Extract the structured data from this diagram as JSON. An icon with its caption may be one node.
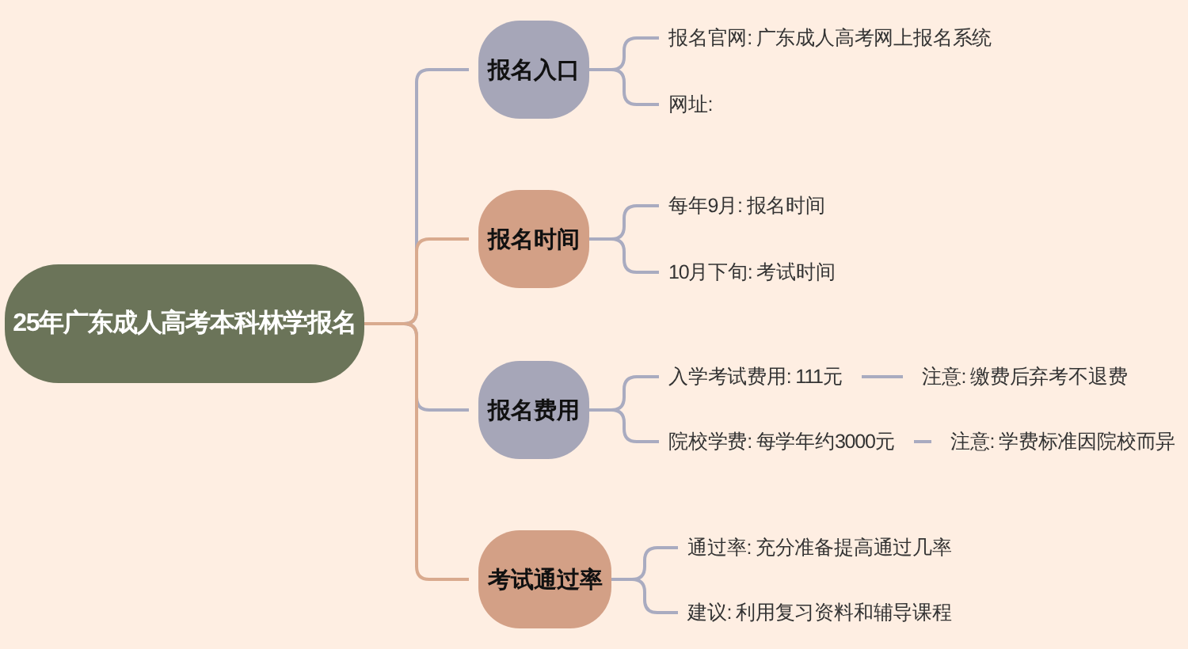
{
  "diagram": {
    "nodes": [
      {
        "text": [
          "25年广东成人高考本科林学报名"
        ]
      },
      {
        "text": [
          "报名入口"
        ]
      },
      {
        "text": [
          "报名官网: 广东成人高考网上报名系统"
        ]
      },
      {
        "text": [
          "网址:"
        ]
      },
      {
        "text": [
          "报名时间"
        ]
      },
      {
        "text": [
          "每年9月: 报名时间"
        ]
      },
      {
        "text": [
          "10月下旬: 考试时间"
        ]
      },
      {
        "text": [
          "报名费用"
        ]
      },
      {
        "text": [
          "入学考试费用: 111元"
        ]
      },
      {
        "text": [
          "注意: 缴费后弃考不退费"
        ]
      },
      {
        "text": [
          "院校学费: 每学年约3000元"
        ]
      },
      {
        "text": [
          "注意: 学费标准因院校而异"
        ]
      },
      {
        "text": [
          "考试通过率"
        ]
      },
      {
        "text": [
          "通过率: 充分准备提高通过几率"
        ]
      },
      {
        "text": [
          "建议: 利用复习资料和辅导课程"
        ]
      }
    ],
    "edges": [
      {
        "from": 0,
        "to": 1,
        "arrow": "none"
      },
      {
        "from": 0,
        "to": 4,
        "arrow": "none",
        "color": "#d9aa8e"
      },
      {
        "from": 0,
        "to": 7,
        "arrow": "none"
      },
      {
        "from": 0,
        "to": 12,
        "arrow": "none",
        "color": "#d9aa8e"
      },
      {
        "from": 1,
        "to": 2,
        "arrow": "none"
      },
      {
        "from": 1,
        "to": 3,
        "arrow": "none"
      },
      {
        "from": 4,
        "to": 5,
        "arrow": "none"
      },
      {
        "from": 4,
        "to": 6,
        "arrow": "none"
      },
      {
        "from": 7,
        "to": 8,
        "arrow": "none"
      },
      {
        "from": 8,
        "to": 9,
        "arrow": "none"
      },
      {
        "from": 7,
        "to": 10,
        "arrow": "none"
      },
      {
        "from": 10,
        "to": 11,
        "arrow": "none"
      },
      {
        "from": 12,
        "to": 13,
        "arrow": "none"
      },
      {
        "from": 12,
        "to": 14,
        "arrow": "none"
      }
    ]
  }
}
